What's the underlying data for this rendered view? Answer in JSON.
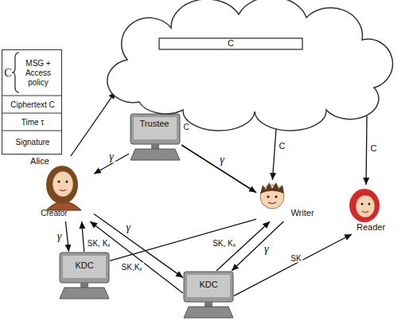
{
  "diagram": {
    "nodes": [
      {
        "text": [
          "C"
        ]
      },
      {
        "text": [
          "C",
          "MSG + Access policy",
          "Ciphertext C",
          "Time τ",
          "Signature"
        ]
      },
      {
        "text": [
          "Trustee"
        ]
      },
      {
        "text": [
          "Alice",
          "Creator"
        ]
      },
      {
        "text": [
          "Writer"
        ]
      },
      {
        "text": [
          "Reader"
        ]
      },
      {
        "text": [
          "KDC"
        ]
      },
      {
        "text": [
          "KDC"
        ]
      }
    ],
    "edges": [
      {
        "from": 3,
        "to": 0,
        "arrow": "to"
      },
      {
        "from": 0,
        "to": 4,
        "label": "C",
        "arrow": "to"
      },
      {
        "from": 0,
        "to": 5,
        "label": "C",
        "arrow": "to"
      },
      {
        "from": 2,
        "to": 3,
        "label": "γ",
        "arrow": "to"
      },
      {
        "from": 2,
        "to": 4,
        "label": "γ",
        "arrow": "to"
      },
      {
        "from": 3,
        "to": 6,
        "label": "γ",
        "arrow": "to"
      },
      {
        "from": 6,
        "to": 3,
        "label": "SK, Kₓ",
        "arrow": "to"
      },
      {
        "from": 3,
        "to": 7,
        "label": "γ",
        "arrow": "to"
      },
      {
        "from": 7,
        "to": 3,
        "label": "SK,Kₓ",
        "arrow": "to"
      },
      {
        "from": 6,
        "to": 4,
        "arrow": "none"
      },
      {
        "from": 7,
        "to": 4,
        "label": "SK, Kₓ",
        "arrow": "to"
      },
      {
        "from": 4,
        "to": 7,
        "label": "γ",
        "arrow": "to"
      },
      {
        "from": 7,
        "to": 5,
        "label": "SK",
        "arrow": "to"
      }
    ],
    "labels": [
      "C"
    ]
  }
}
